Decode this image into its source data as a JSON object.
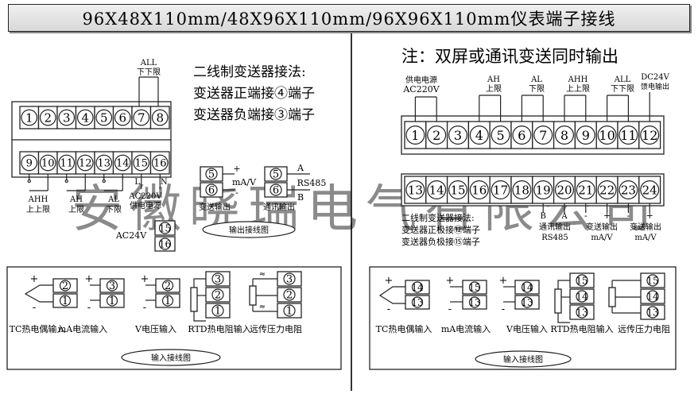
{
  "title": "96X48X110mm/48X96X110mm/96X96X110mm仪表端子接线",
  "watermark": "安徽晓瑞电气有限公司",
  "left": {
    "top_row": [
      "1",
      "2",
      "3",
      "4",
      "5",
      "6",
      "7",
      "8"
    ],
    "bottom_row": [
      "9",
      "10",
      "11",
      "12",
      "13",
      "14",
      "15",
      "16"
    ],
    "all_label_1": "ALL",
    "all_label_2": "下下限",
    "note_lines": [
      "二线制变送器接法:",
      "变送器正端接④端子",
      "变送器负端接③端子"
    ],
    "ahh_1": "AHH",
    "ahh_2": "上上限",
    "ah_1": "AH",
    "ah_2": "上限",
    "al_1": "AL",
    "al_2": "下限",
    "l_label": "L",
    "n_label": "N",
    "power_1": "AC220V",
    "power_2": "供电电源",
    "supply": "AC24V",
    "supply_terms": [
      "15",
      "16"
    ],
    "out_terms_a": [
      "5",
      "6"
    ],
    "out_terms_b": [
      "5",
      "6"
    ],
    "out_plus": "+",
    "out_minus": "-",
    "out_unit": "mA/V",
    "out_a": "A",
    "out_b": "B",
    "rs485": "RS485",
    "transmit_out": "变送输出",
    "comm_out": "通讯输出",
    "output_diagram": "输出接线图",
    "inputs": {
      "tc_top": "2",
      "tc_bot": "1",
      "ma_top": "3",
      "ma_bot": "1",
      "v_top": "2",
      "v_bot": "1",
      "rtd": [
        "3",
        "2",
        "1"
      ],
      "remote": [
        "3",
        "2",
        "1"
      ]
    },
    "input_labels": [
      "TC热电偶输入",
      "mA电流输入",
      "V电压输入",
      "RTD热电阻输入",
      "远传压力电阻"
    ],
    "input_diagram": "输入接线图"
  },
  "right": {
    "note": "注：双屏或通讯变送同时输出",
    "top_row": [
      "1",
      "2",
      "3",
      "4",
      "5",
      "6",
      "7",
      "8",
      "9",
      "10",
      "11",
      "12"
    ],
    "bottom_row": [
      "13",
      "14",
      "15",
      "16",
      "17",
      "18",
      "19",
      "20",
      "21",
      "22",
      "23",
      "24"
    ],
    "power_1": "供电电源",
    "power_2": "AC220V",
    "ah_1": "AH",
    "ah_2": "上限",
    "al_1": "AL",
    "al_2": "下限",
    "ahh_1": "AHH",
    "ahh_2": "上上限",
    "all_1": "ALL",
    "all_2": "下下限",
    "dc_1": "DC24V",
    "dc_2": "馈电输出",
    "note_lines": [
      "二线制变送器接法:",
      "变送器正极接⑫端子",
      "变送器负极接⑮端子"
    ],
    "comm_b": "B",
    "comm_a": "A",
    "comm_label": "通讯输出",
    "rs485": "RS485",
    "tx1": "变送输出",
    "tx1_unit": "mA/V",
    "tx2": "变送输出",
    "tx2_unit": "mA/V",
    "inputs": {
      "tc": [
        "14",
        "13"
      ],
      "ma": [
        "15",
        "13"
      ],
      "v": [
        "14",
        "13"
      ],
      "rtd": [
        "15",
        "14",
        "13"
      ],
      "remote": [
        "15",
        "14",
        "13"
      ]
    },
    "input_labels": [
      "TC热电偶输入",
      "mA电流输入",
      "V电压输入",
      "RTD热电阻输入",
      "远传压力电阻"
    ],
    "input_diagram": "输入接线图"
  }
}
